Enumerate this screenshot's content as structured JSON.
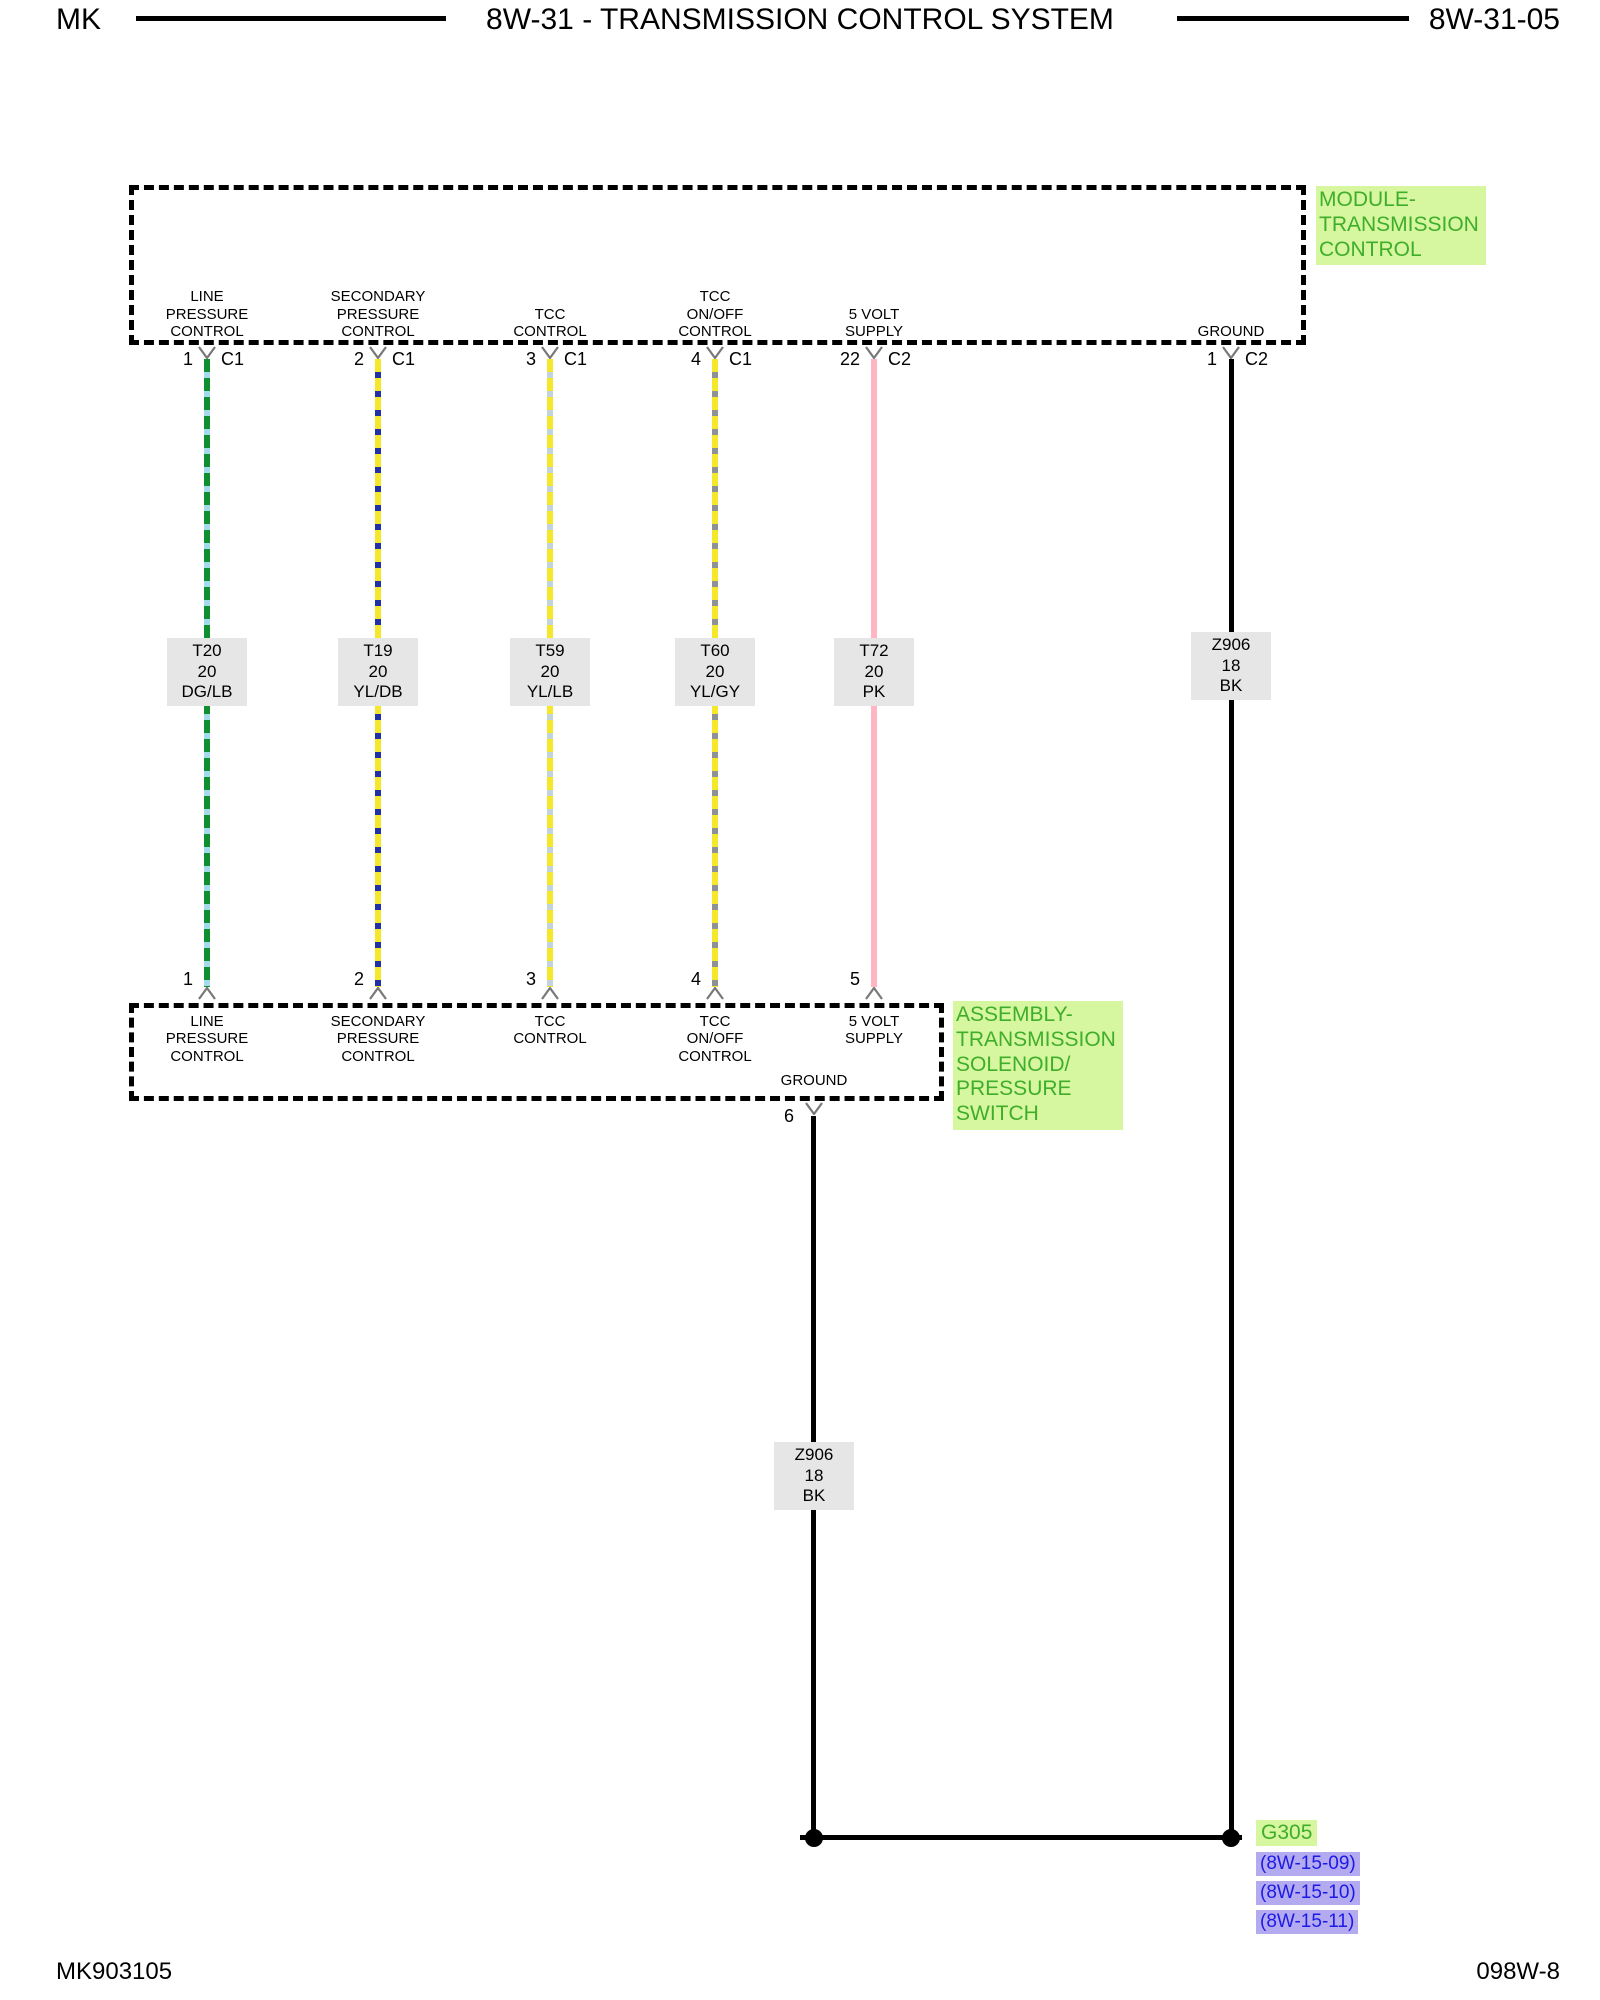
{
  "header": {
    "code": "MK",
    "title": "8W-31 - TRANSMISSION CONTROL SYSTEM",
    "page": "8W-31-05"
  },
  "footer": {
    "left": "MK903105",
    "right": "098W-8"
  },
  "module": {
    "name": "MODULE-\nTRANSMISSION\nCONTROL",
    "pins": [
      {
        "label": "LINE\nPRESSURE\nCONTROL",
        "pin": "1",
        "conn": "C1"
      },
      {
        "label": "SECONDARY\nPRESSURE\nCONTROL",
        "pin": "2",
        "conn": "C1"
      },
      {
        "label": "TCC\nCONTROL",
        "pin": "3",
        "conn": "C1"
      },
      {
        "label": "TCC\nON/OFF\nCONTROL",
        "pin": "4",
        "conn": "C1"
      },
      {
        "label": "5 VOLT\nSUPPLY",
        "pin": "22",
        "conn": "C2"
      },
      {
        "label": "GROUND",
        "pin": "1",
        "conn": "C2"
      }
    ]
  },
  "wires": [
    {
      "circuit": "T20",
      "gauge": "20",
      "color": "DG/LB",
      "base_hex": "#0f8f2f",
      "stripe_hex": "#a5d9ee"
    },
    {
      "circuit": "T19",
      "gauge": "20",
      "color": "YL/DB",
      "base_hex": "#f5e72a",
      "stripe_hex": "#2231a8"
    },
    {
      "circuit": "T59",
      "gauge": "20",
      "color": "YL/LB",
      "base_hex": "#f5e72a",
      "stripe_hex": "#c3d3dc"
    },
    {
      "circuit": "T60",
      "gauge": "20",
      "color": "YL/GY",
      "base_hex": "#f5e72a",
      "stripe_hex": "#8e9296"
    },
    {
      "circuit": "T72",
      "gauge": "20",
      "color": "PK",
      "base_hex": "#ffb5c2",
      "stripe_hex": null
    },
    {
      "circuit": "Z906",
      "gauge": "18",
      "color": "BK",
      "base_hex": "#000000",
      "stripe_hex": null
    },
    {
      "circuit": "Z906",
      "gauge": "18",
      "color": "BK",
      "base_hex": "#000000",
      "stripe_hex": null
    }
  ],
  "assembly": {
    "name": "ASSEMBLY-\nTRANSMISSION\nSOLENOID/\nPRESSURE\nSWITCH",
    "pins": [
      {
        "pin": "1",
        "label": "LINE\nPRESSURE\nCONTROL"
      },
      {
        "pin": "2",
        "label": "SECONDARY\nPRESSURE\nCONTROL"
      },
      {
        "pin": "3",
        "label": "TCC\nCONTROL"
      },
      {
        "pin": "4",
        "label": "TCC\nON/OFF\nCONTROL"
      },
      {
        "pin": "5",
        "label": "5 VOLT\nSUPPLY"
      },
      {
        "pin": "6",
        "label": "GROUND"
      }
    ]
  },
  "ground": {
    "name": "G305",
    "refs": [
      "(8W-15-09)",
      "(8W-15-10)",
      "(8W-15-11)"
    ]
  },
  "colors": {
    "highlight_green_bg": "#d6f7a0",
    "label_green_text": "#3fae2a",
    "ref_text_blue": "#1d1ae6",
    "ref_bg_lavender": "#b3aaf0",
    "wire_label_bg": "#e6e6e6"
  }
}
